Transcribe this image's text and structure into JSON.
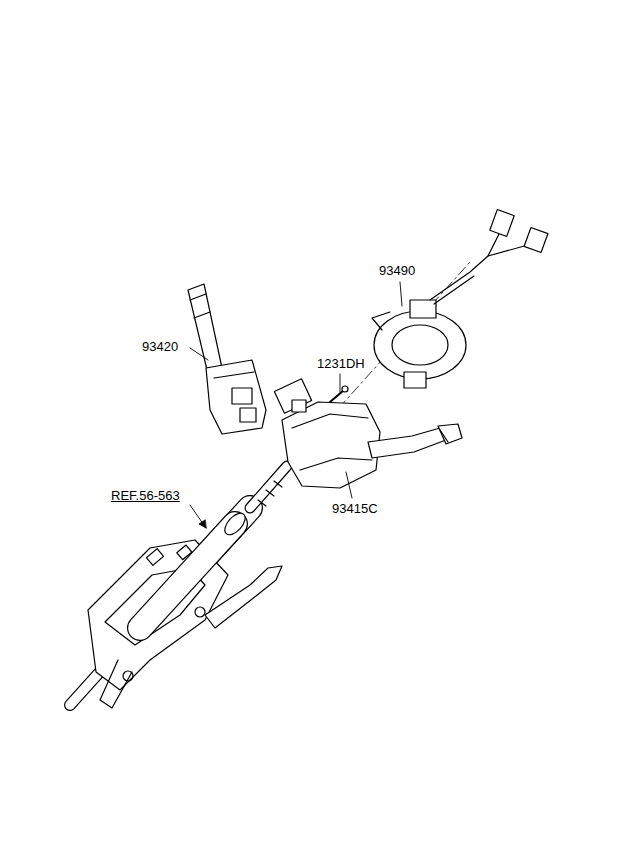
{
  "diagram": {
    "labels": [
      "93490",
      "93420",
      "1231DH",
      "93415C",
      "REF.56-563"
    ]
  }
}
